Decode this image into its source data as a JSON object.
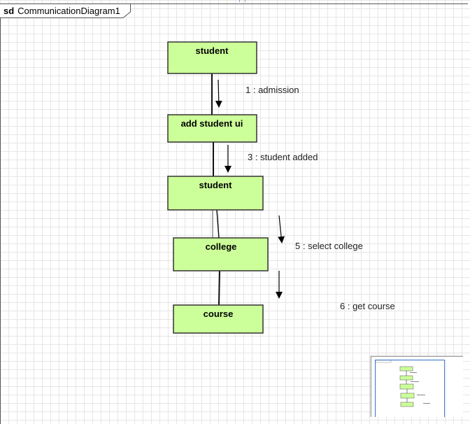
{
  "frame": {
    "keyword": "sd",
    "name": "CommunicationDiagram1"
  },
  "colors": {
    "node_fill": "#ccff99",
    "node_stroke": "#333333",
    "link": "#111111",
    "arrow": "#000000",
    "viewport": "#3d7dd8"
  },
  "nodes": [
    {
      "id": "n1",
      "label": "student"
    },
    {
      "id": "n2",
      "label": "add student ui"
    },
    {
      "id": "n3",
      "label": "student"
    },
    {
      "id": "n4",
      "label": "college"
    },
    {
      "id": "n5",
      "label": "course"
    }
  ],
  "messages": [
    {
      "id": "m1",
      "label": "1 : admission"
    },
    {
      "id": "m3",
      "label": "3 : student added"
    },
    {
      "id": "m5",
      "label": "5 : select college"
    },
    {
      "id": "m6",
      "label": "6 : get course"
    }
  ],
  "overview": {
    "icon": "diagram-overview-thumbnail"
  }
}
